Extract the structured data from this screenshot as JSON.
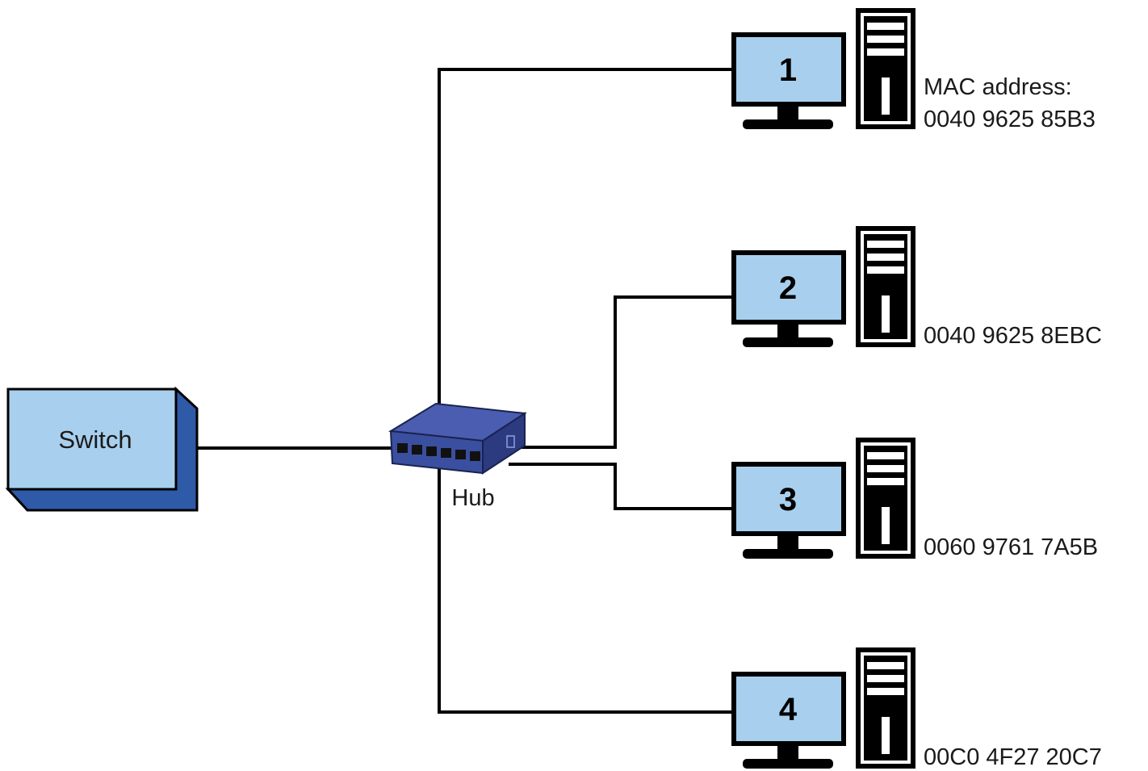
{
  "colors": {
    "switch_front": "#a8d0ee",
    "switch_side": "#2e5aa8",
    "monitor_screen": "#a8d0ee",
    "hub_body": "#3b4fa0",
    "line": "#000000"
  },
  "switch": {
    "label": "Switch"
  },
  "hub": {
    "label": "Hub"
  },
  "computers": [
    {
      "number": "1",
      "mac_caption": "MAC address:",
      "mac": "0040 9625 85B3"
    },
    {
      "number": "2",
      "mac_caption": "",
      "mac": "0040 9625 8EBC"
    },
    {
      "number": "3",
      "mac_caption": "",
      "mac": "0060 9761 7A5B"
    },
    {
      "number": "4",
      "mac_caption": "",
      "mac": "00C0 4F27 20C7"
    }
  ]
}
